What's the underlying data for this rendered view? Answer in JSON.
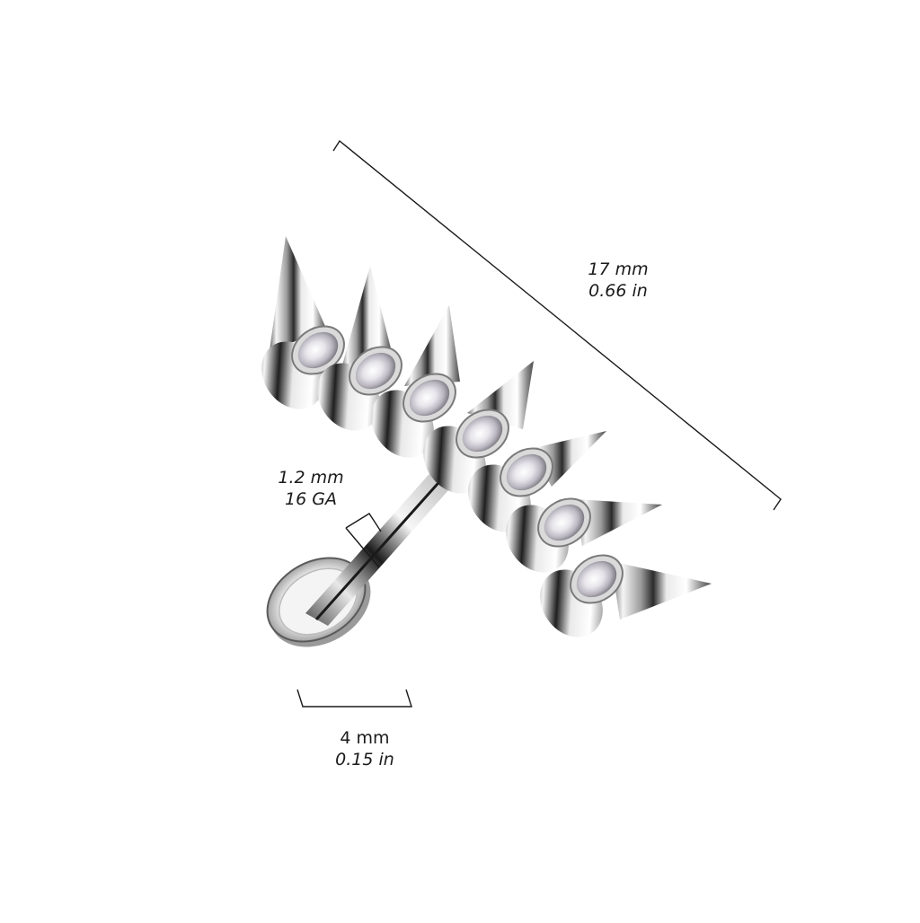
{
  "product": {
    "name": "Spiked labret with crystal-set spikes",
    "spike_count": 7,
    "gem_count": 7,
    "metal_color": "#c8c8c8",
    "gem_color": "#f2f2f6"
  },
  "dimensions": {
    "length": {
      "primary": "17 mm",
      "secondary": "0.66 in"
    },
    "gauge": {
      "primary": "1.2 mm",
      "secondary": "16 GA"
    },
    "disc": {
      "primary": "4 mm",
      "secondary": "0.15 in"
    }
  },
  "colors": {
    "background": "#ffffff",
    "line": "#1a1a1a",
    "text": "#1a1a1a"
  }
}
